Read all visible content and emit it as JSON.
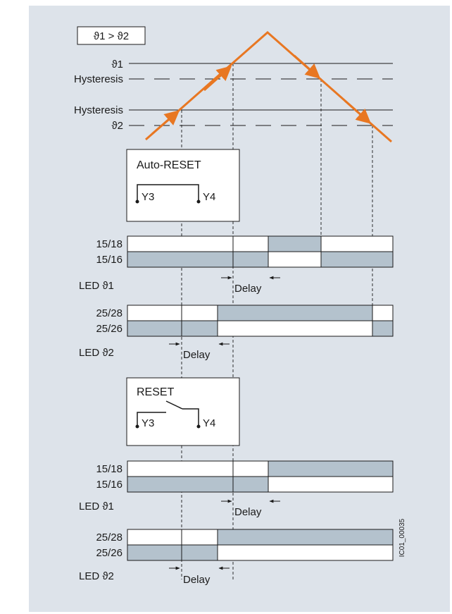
{
  "condition_label": "ϑ1 > ϑ2",
  "levels": {
    "theta1": "ϑ1",
    "hysteresis_upper": "Hysteresis",
    "hysteresis_lower": "Hysteresis",
    "theta2": "ϑ2"
  },
  "auto_reset_block": {
    "title": "Auto-RESET",
    "contact_left": "Y3",
    "contact_right": "Y4"
  },
  "reset_block": {
    "title": "RESET",
    "contact_left": "Y3",
    "contact_right": "Y4"
  },
  "rows": {
    "r1518": "15/18",
    "r1516": "15/16",
    "r2528": "25/28",
    "r2526": "25/26",
    "led1": "LED ϑ1",
    "led2": "LED ϑ2"
  },
  "delay_label": "Delay",
  "figure_id": "IC01_00035",
  "colors": {
    "background": "#dde3ea",
    "temperature_curve": "#e87722",
    "bar_active": "#b4c2cd",
    "bar_inactive": "#ffffff"
  }
}
